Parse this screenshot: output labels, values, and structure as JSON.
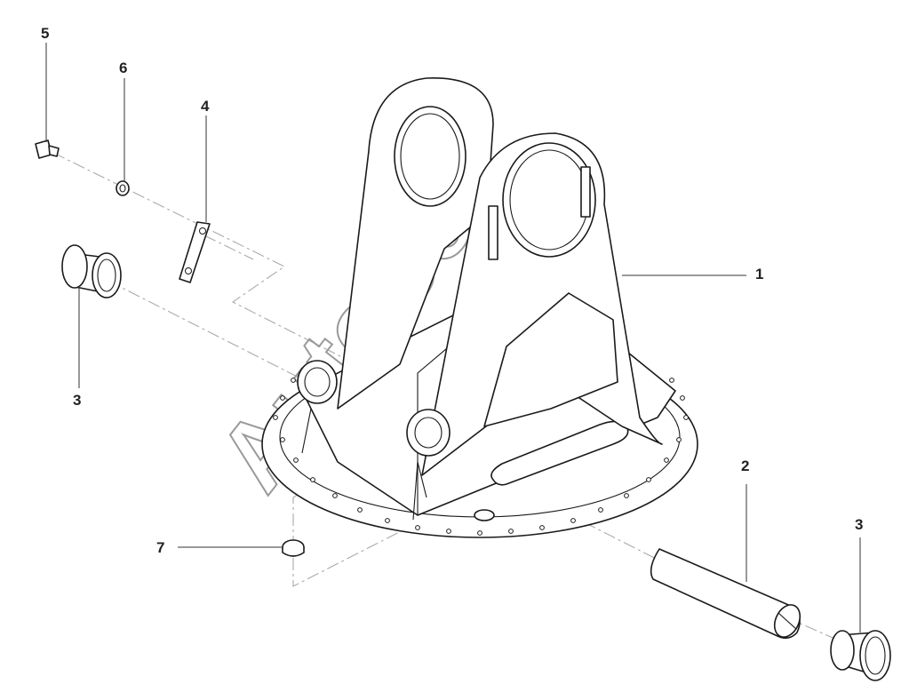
{
  "diagram": {
    "callouts": [
      {
        "id": "c1",
        "label": "1"
      },
      {
        "id": "c2",
        "label": "2"
      },
      {
        "id": "c3a",
        "label": "3"
      },
      {
        "id": "c3b",
        "label": "3"
      },
      {
        "id": "c4",
        "label": "4"
      },
      {
        "id": "c5",
        "label": "5"
      },
      {
        "id": "c6",
        "label": "6"
      },
      {
        "id": "c7",
        "label": "7"
      }
    ],
    "watermark": "AutoSoft"
  }
}
